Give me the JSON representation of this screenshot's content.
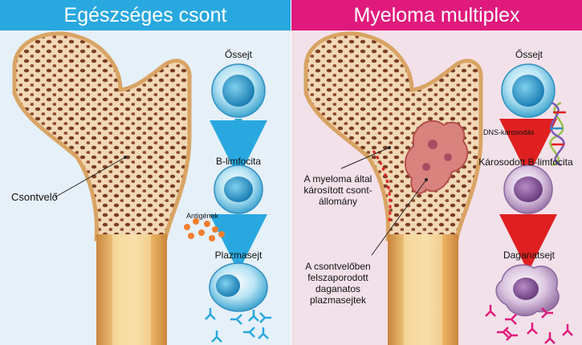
{
  "left_panel": {
    "title": "Egészséges csont",
    "bone_label": "Csontvelő",
    "stem_cell": "Őssejt",
    "b_cell": "B-limfocita",
    "antigens": "Antigének",
    "plasma_cell": "Plazmasejt"
  },
  "right_panel": {
    "title": "Myeloma multiplex",
    "stem_cell": "Őssejt",
    "dna_damage": "DNS-károsodás",
    "damaged_b_cell": "Károsodott B-limfocita",
    "damaged_bone_label": "A myeloma által károsított csont-állomány",
    "damaged_bone_lines": [
      "A myeloma által",
      "károsított csont-",
      "állomány"
    ],
    "tumor_cells_label": "A csontvelőben felszaporodott daganatos plazmasejtek",
    "tumor_cells_lines": [
      "A csontvelőben",
      "felszaporodott",
      "daganatos",
      "plazmasejtek"
    ],
    "tumor_cell": "Daganatsejt"
  },
  "colors": {
    "healthy_header": "#29a8e0",
    "myeloma_header": "#e01a7c",
    "healthy_arrow": "#29a8e0",
    "myeloma_arrow": "#e02020",
    "healthy_antibody": "#29a8e0",
    "myeloma_antibody": "#e01a7c"
  }
}
